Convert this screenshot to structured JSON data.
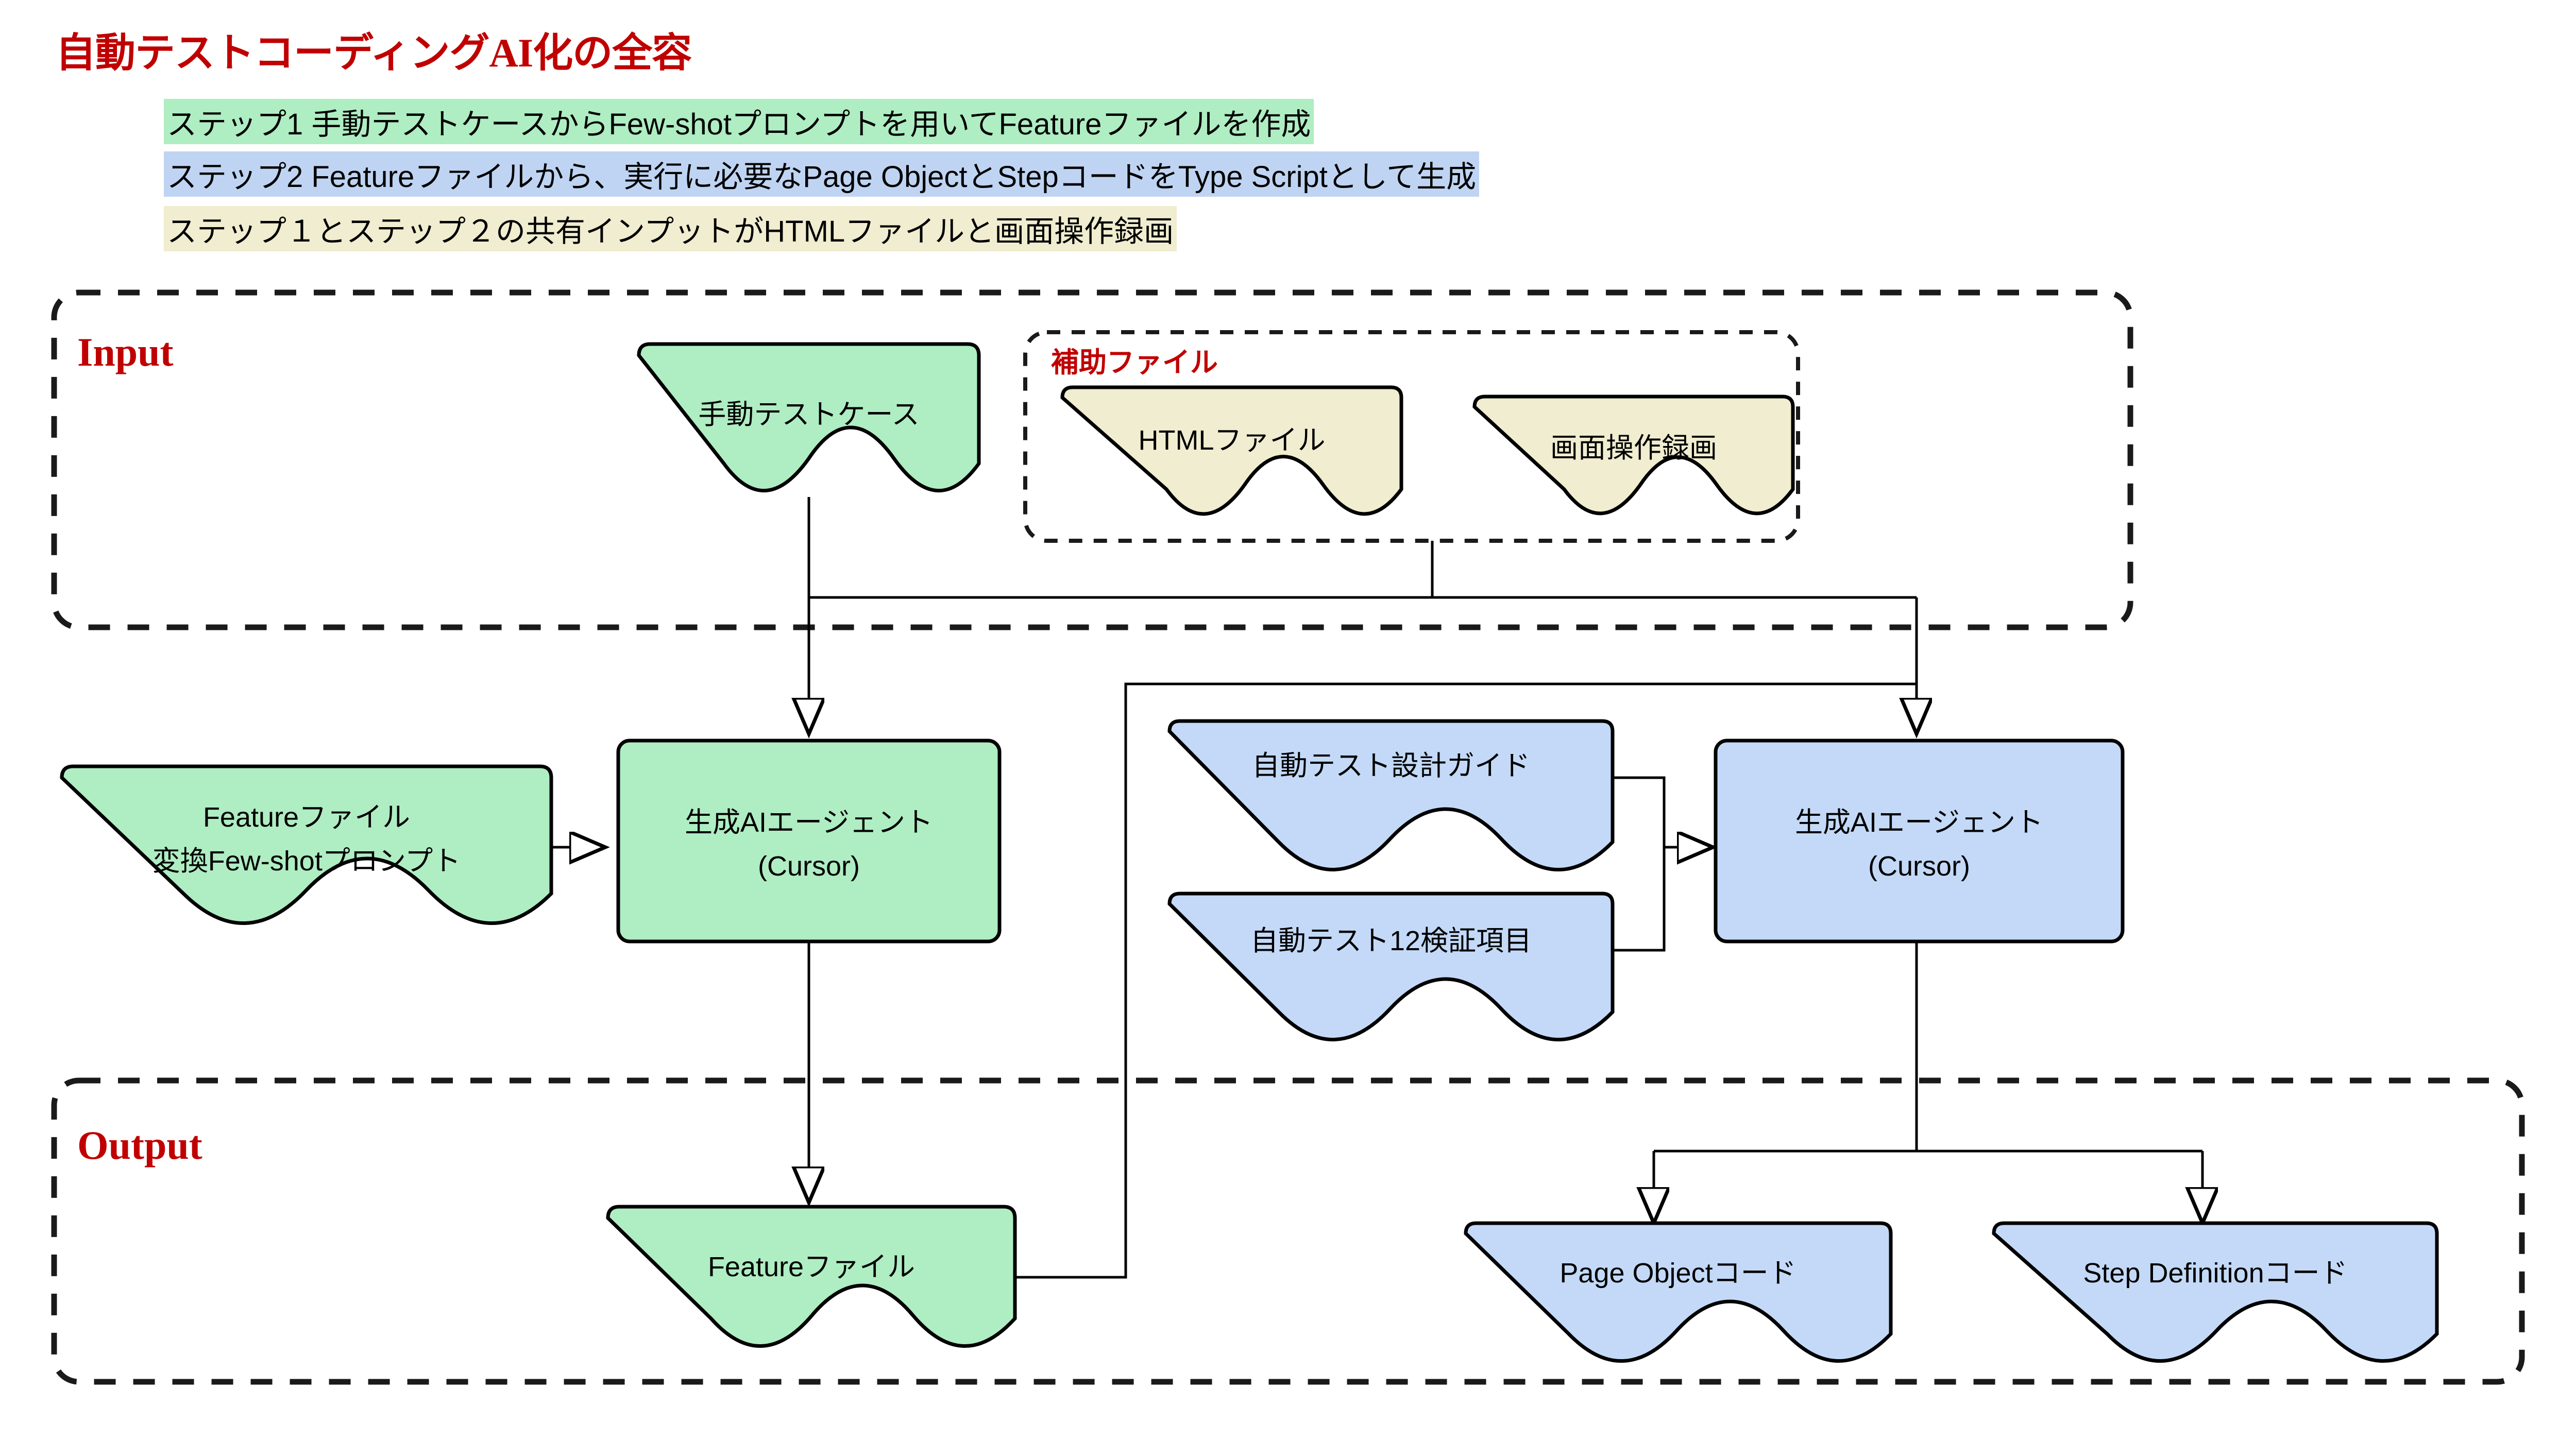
{
  "title": "自動テストコーディングAI化の全容",
  "subtitles": [
    {
      "text": "ステップ1 手動テストケースからFew-shotプロンプトを用いてFeatureファイルを作成",
      "highlight": "#AFEDC3"
    },
    {
      "text": "ステップ2 Featureファイルから、実行に必要なPage ObjectとStepコードをType Scriptとして生成",
      "highlight": "#BFD4F2"
    },
    {
      "text": "ステップ１とステップ２の共有インプットがHTMLファイルと画面操作録画",
      "highlight": "#F0EDD0"
    }
  ],
  "groups": {
    "input_label": "Input",
    "output_label": "Output",
    "aux_label": "補助ファイル"
  },
  "nodes": {
    "manual_test_case": "手動テストケース",
    "html_file": "HTMLファイル",
    "screen_recording": "画面操作録画",
    "feature_prompt_line1": "Featureファイル",
    "feature_prompt_line2": "変換Few-shotプロンプト",
    "agent_left_line1": "生成AIエージェント",
    "agent_left_line2": "(Cursor)",
    "design_guide": "自動テスト設計ガイド",
    "verify_items": "自動テスト12検証項目",
    "agent_right_line1": "生成AIエージェント",
    "agent_right_line2": "(Cursor)",
    "feature_file": "Featureファイル",
    "page_object_code": "Page Objectコード",
    "step_definition_code": "Step Definitionコード"
  },
  "colors": {
    "green_fill": "#AFEDC3",
    "blue_fill": "#C3D9F7",
    "cream_fill": "#F0EDD0",
    "accent_red": "#C00000",
    "stroke": "#000000"
  }
}
